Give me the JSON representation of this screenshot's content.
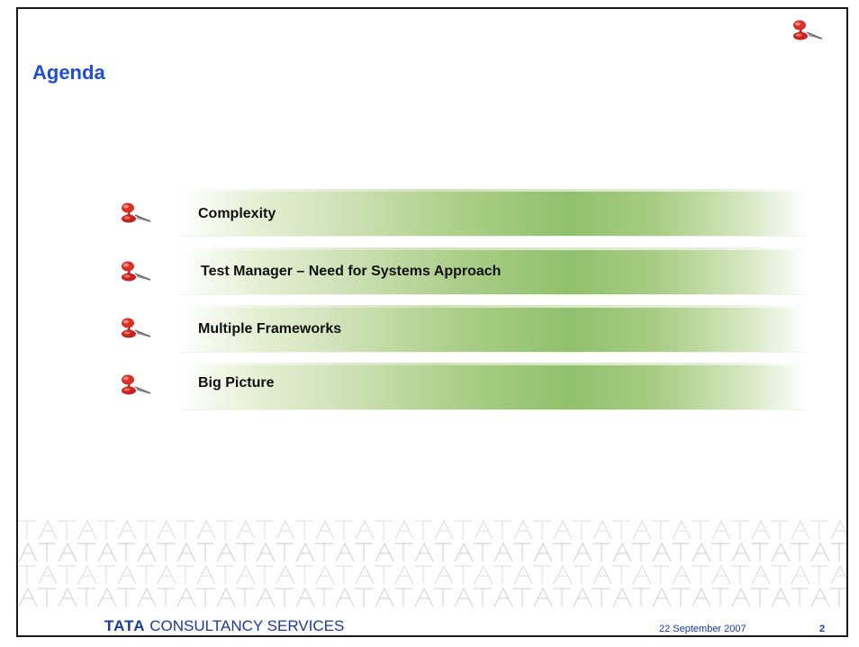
{
  "slide": {
    "title": "Agenda",
    "items": [
      {
        "label": "Complexity"
      },
      {
        "label": "Test Manager – Need for Systems Approach"
      },
      {
        "label": "Multiple Frameworks"
      },
      {
        "label": "Big Picture"
      }
    ]
  },
  "footer": {
    "logo_bold": "TATA",
    "logo_rest": "CONSULTANCY SERVICES",
    "date": "22 September 2007",
    "page": "2"
  },
  "icons": {
    "pin": "pushpin-icon"
  },
  "colors": {
    "title": "#1f4fd1",
    "footer": "#1a3a9e",
    "bar_green": "#90c06d",
    "pin_red": "#c8221e"
  }
}
